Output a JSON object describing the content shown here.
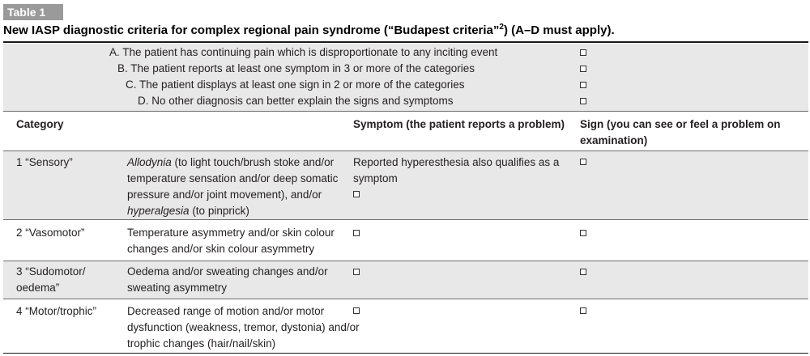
{
  "table_label": "Table 1",
  "caption": {
    "text": "New IASP diagnostic criteria for complex regional pain syndrome (“Budapest criteria”",
    "superscript": "2",
    "tail": ") (A–D must apply)."
  },
  "criteria": [
    "A. The patient has continuing pain which is disproportionate to any inciting event",
    "B. The patient reports at least one symptom in 3 or more of the categories",
    "C. The patient displays at least one sign in 2 or more of the categories",
    "D. No other diagnosis can better explain the signs and symptoms"
  ],
  "header": {
    "category": "Category",
    "symptom": "Symptom (the patient reports a problem)",
    "sign_line1": "Sign (you can see or feel a problem on",
    "sign_line2": "examination)"
  },
  "rows": [
    {
      "category": "1 “Sensory”",
      "desc": [
        "Allodynia",
        " (to light touch/brush stoke and/or",
        "temperature sensation and/or deep somatic",
        "pressure and/or joint movement), and/or",
        "hyperalgesia",
        " (to pinprick)"
      ],
      "symptom": [
        "Reported hyperesthesia also qualifies as a",
        "symptom"
      ]
    },
    {
      "category": "2 “Vasomotor”",
      "desc": [
        "Temperature asymmetry and/or skin colour",
        "changes and/or skin colour asymmetry"
      ]
    },
    {
      "category": [
        "3 “Sudomotor/",
        "oedema”"
      ],
      "desc": [
        "Oedema and/or sweating changes and/or",
        "sweating asymmetry"
      ]
    },
    {
      "category": "4 “Motor/trophic”",
      "desc": [
        "Decreased range of motion and/or motor",
        "dysfunction (weakness, tremor, dystonia) and/or",
        "trophic changes (hair/nail/skin)"
      ]
    }
  ]
}
